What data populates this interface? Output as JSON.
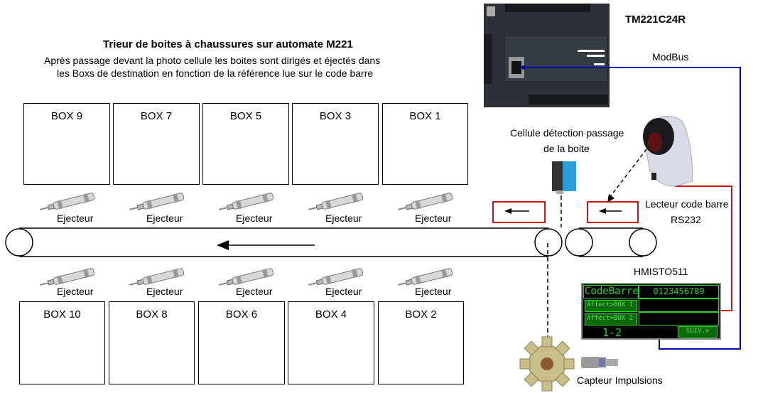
{
  "title": "Trieur de boites à chaussures sur automate M221",
  "subtitle_line1": "Après passage devant la photo cellule les boites sont dirigés et éjectés dans",
  "subtitle_line2": "les Boxs de destination en fonction de la référence lue sur le code barre",
  "top_boxes": [
    "BOX 9",
    "BOX 7",
    "BOX 5",
    "BOX 3",
    "BOX 1"
  ],
  "bottom_boxes": [
    "BOX 10",
    "BOX 8",
    "BOX 6",
    "BOX 4",
    "BOX 2"
  ],
  "ejector_label": "Ejecteur",
  "plc_label": "TM221C24R",
  "modbus_label": "ModBus",
  "cell_label_1": "Cellule détection passage",
  "cell_label_2": "de la boite",
  "reader_label_1": "Lecteur code barre",
  "reader_label_2": "RS232",
  "hmi_label": "HMISTO511",
  "hmi": {
    "field_label": "CodeBarre",
    "field_value": "0123456789",
    "btn1": "Affect>BOX 1",
    "btn2": "Affect>BOX 2",
    "page": "1-2",
    "next": "SUIV.>"
  },
  "encoder_label": "Capteur  Impulsions",
  "colors": {
    "modbus": "#0000c0",
    "rs232": "#d01010",
    "hmi_green": "#2bd42b"
  }
}
